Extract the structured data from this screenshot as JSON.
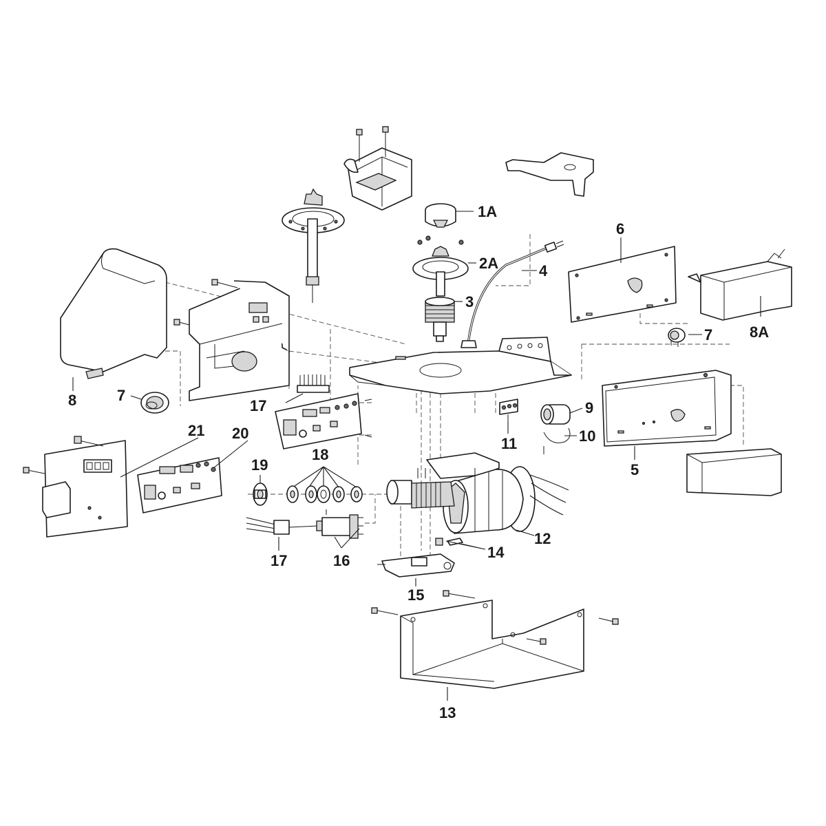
{
  "diagram": {
    "callouts": {
      "c1A": "1A",
      "c2A": "2A",
      "c3": "3",
      "c4": "4",
      "c5": "5",
      "c6": "6",
      "c7a": "7",
      "c7b": "7",
      "c8": "8",
      "c8A": "8A",
      "c9": "9",
      "c10": "10",
      "c11": "11",
      "c12": "12",
      "c13": "13",
      "c14": "14",
      "c15": "15",
      "c16": "16",
      "c17a": "17",
      "c17b": "17",
      "c18": "18",
      "c19": "19",
      "c20": "20",
      "c21": "21"
    }
  }
}
